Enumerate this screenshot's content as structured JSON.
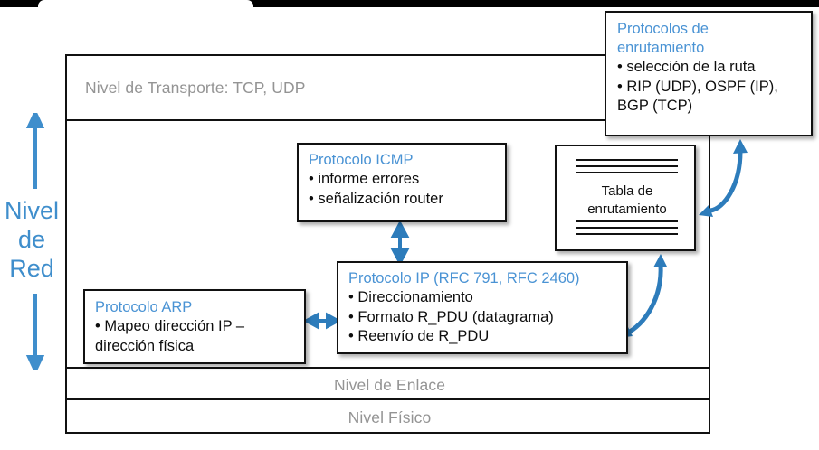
{
  "diagram": {
    "title_hidden": "",
    "accent_blue": "#3f8ecc",
    "title_blue": "#4a93d4",
    "band_gray": "#949494",
    "stroke": "#111111"
  },
  "left_axis": {
    "label": "Nivel\nde\nRed",
    "arrow_name": "double-headed-vertical-arrow"
  },
  "bands": [
    {
      "id": "transport",
      "label": "Nivel de Transporte: TCP, UDP",
      "align": "left"
    },
    {
      "id": "network",
      "label": "",
      "align": "none"
    },
    {
      "id": "enlace",
      "label": "Nivel de Enlace",
      "align": "center"
    },
    {
      "id": "fisico",
      "label": "Nivel Físico",
      "align": "center"
    }
  ],
  "boxes": {
    "routing_protocols": {
      "title": "Protocolos de\nenrutamiento",
      "bullets": [
        "• selección de la ruta",
        "• RIP (UDP), OSPF (IP),\nBGP (TCP)"
      ]
    },
    "icmp": {
      "title": "Protocolo ICMP",
      "bullets": [
        "• informe errores",
        "• señalización router"
      ]
    },
    "ip": {
      "title": "Protocolo IP (RFC 791, RFC 2460)",
      "bullets": [
        "• Direccionamiento",
        "• Formato R_PDU (datagrama)",
        "• Reenvío de R_PDU"
      ]
    },
    "arp": {
      "title": "Protocolo ARP",
      "bullets": [
        "• Mapeo dirección IP –\ndirección física"
      ]
    },
    "routing_table": {
      "label": "Tabla de\nenrutamiento",
      "rule_count_top": 3,
      "rule_count_bottom": 3
    }
  },
  "connectors": [
    {
      "name": "arp-ip-arrow",
      "style": "straight-horizontal",
      "heads": "both"
    },
    {
      "name": "icmp-ip-arrow",
      "style": "straight-vertical",
      "heads": "both"
    },
    {
      "name": "ip-table-arrow",
      "style": "curved",
      "heads": "both"
    },
    {
      "name": "table-routing-arrow",
      "style": "curved",
      "heads": "both"
    }
  ]
}
